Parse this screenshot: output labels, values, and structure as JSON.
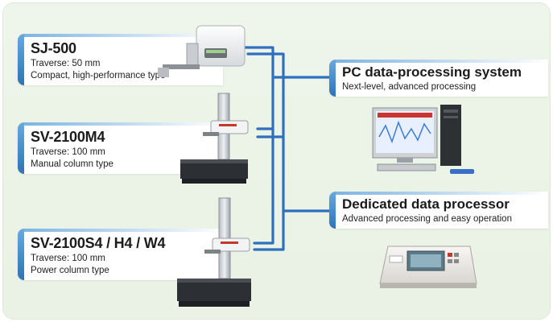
{
  "instruments": [
    {
      "title": "SJ-500",
      "line1": "Traverse: 50 mm",
      "line2": "Compact, high-performance type"
    },
    {
      "title": "SV-2100M4",
      "line1": "Traverse: 100 mm",
      "line2": "Manual column type"
    },
    {
      "title": "SV-2100S4 / H4 / W4",
      "line1": "Traverse: 100 mm",
      "line2": "Power column type"
    }
  ],
  "destinations": [
    {
      "title": "PC data-processing system",
      "line1": "Next-level, advanced processing"
    },
    {
      "title": "Dedicated data processor",
      "line1": "Advanced processing and easy operation"
    }
  ],
  "colors": {
    "connector": "#2f6fc0",
    "accent": "#2e73b8",
    "panel": "#eaf3e6"
  }
}
